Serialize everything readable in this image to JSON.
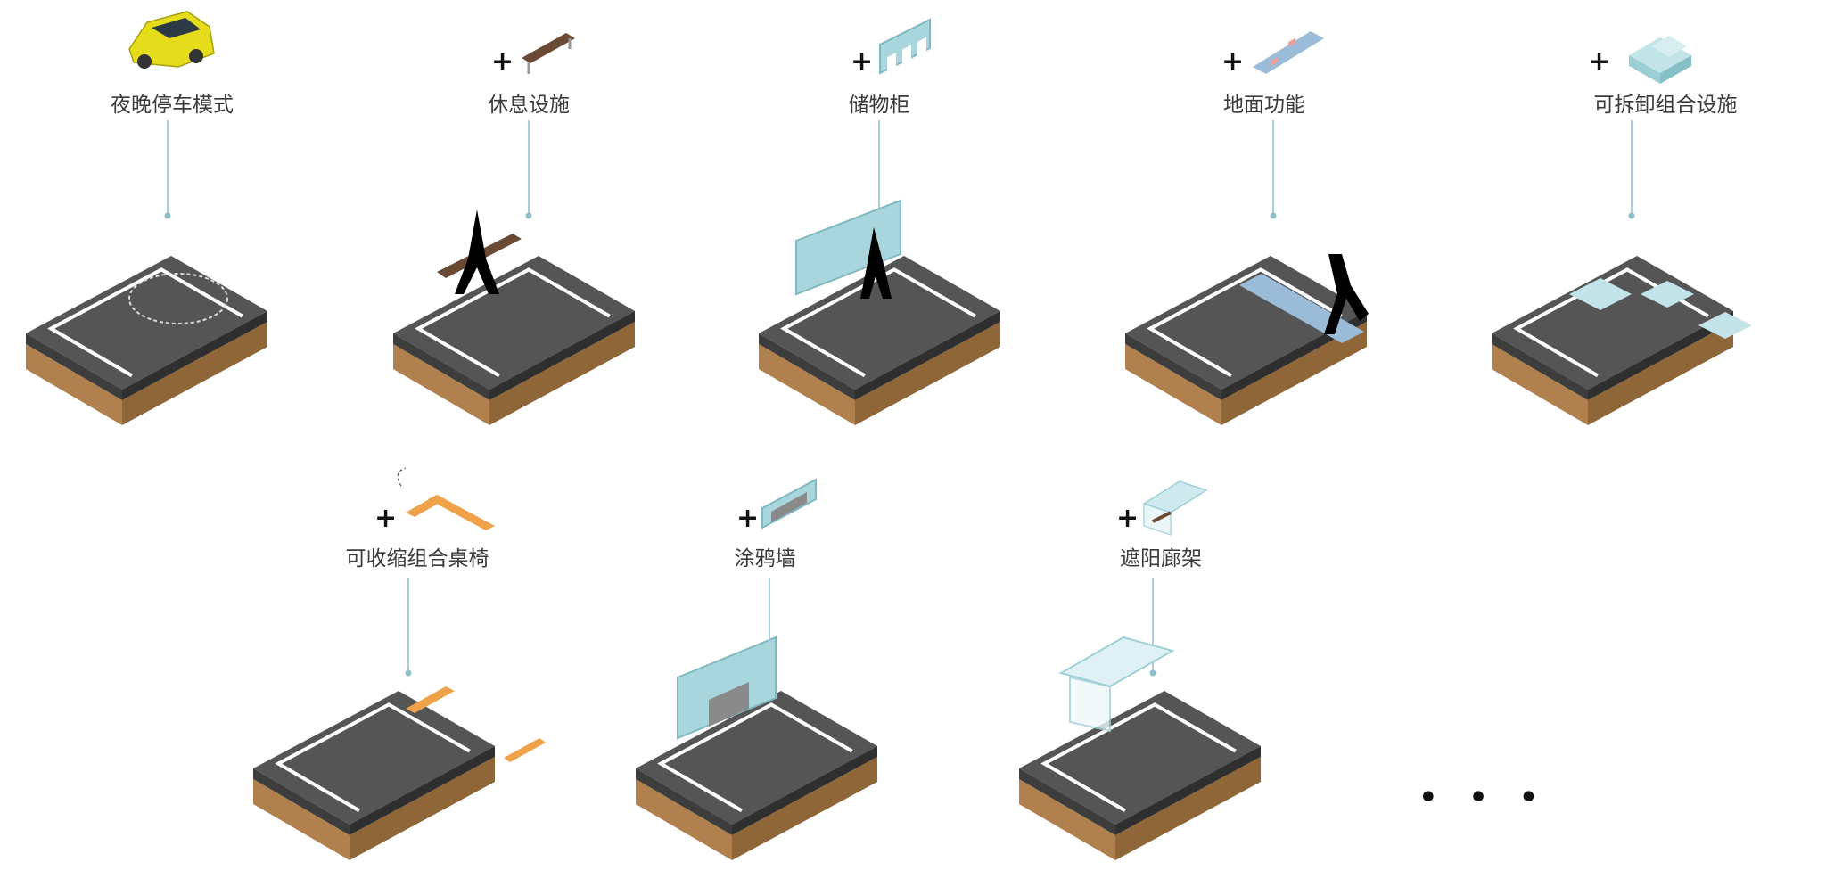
{
  "modules": [
    {
      "label": "夜晚停车模式",
      "has_plus": false,
      "icon": "car-icon"
    },
    {
      "label": "休息设施",
      "has_plus": true,
      "icon": "bench-icon"
    },
    {
      "label": "储物柜",
      "has_plus": true,
      "icon": "cabinet-icon"
    },
    {
      "label": "地面功能",
      "has_plus": true,
      "icon": "hopscotch-icon"
    },
    {
      "label": "可拆卸组合设施",
      "has_plus": true,
      "icon": "block-seating-icon"
    },
    {
      "label": "可收缩组合桌椅",
      "has_plus": true,
      "icon": "folding-table-icon"
    },
    {
      "label": "涂鸦墙",
      "has_plus": true,
      "icon": "graffiti-wall-icon"
    },
    {
      "label": "遮阳廊架",
      "has_plus": true,
      "icon": "shade-pavilion-icon"
    }
  ],
  "plus_symbol": "+",
  "ellipsis": "• • •",
  "colors": {
    "asphalt": "#555555",
    "asphalt_side": "#3d3d3d",
    "soil": "#b0814f",
    "soil_dark": "#8e6638",
    "glass": "#a9d6dc",
    "wood": "#6b4a35",
    "orange": "#f0a24a",
    "leader": "#8cbfc6",
    "car": "#e8e020"
  }
}
